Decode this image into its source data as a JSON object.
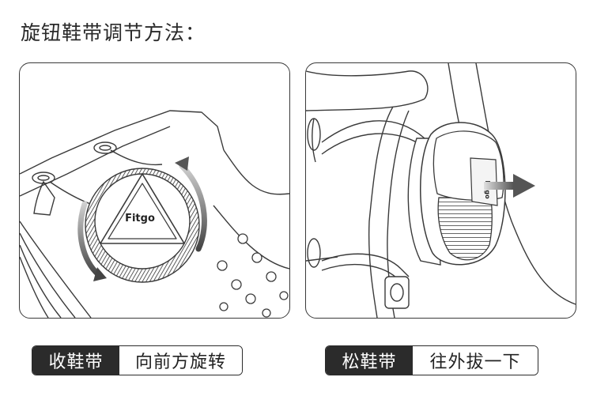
{
  "title": "旋钮鞋带调节方法：",
  "panels": {
    "left": {
      "dial_brand": "Fitgo"
    },
    "right": {
      "dial_brand": "Fitgo"
    }
  },
  "labels": {
    "tighten": {
      "action": "收鞋带",
      "instruction": "向前方旋转"
    },
    "loosen": {
      "action": "松鞋带",
      "instruction": "往外拔一下"
    }
  },
  "colors": {
    "line": "#3a3a3a",
    "pill_dark": "#2b2b2b",
    "arrow": "#555555"
  },
  "icons": [
    "rotate-arrow-icon",
    "pull-out-arrow-icon",
    "dial-knob-icon"
  ]
}
